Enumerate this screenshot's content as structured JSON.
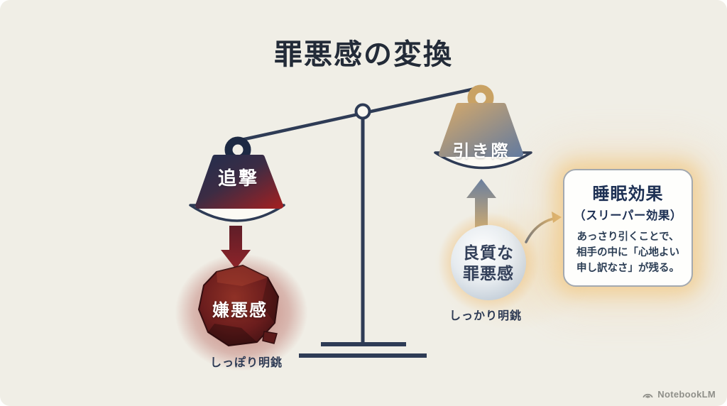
{
  "page": {
    "title": "罪悪感の変換"
  },
  "scale": {
    "left": {
      "weight_label": "追撃",
      "result_label": "嫌悪感",
      "caption": "しっぽり明銚"
    },
    "right": {
      "weight_label": "引き際",
      "orb_line1": "良質な",
      "orb_line2": "罪悪感",
      "caption": "しっかり明銚"
    }
  },
  "callout": {
    "title": "睡眠効果",
    "subtitle": "（スリーパー効果）",
    "body": [
      "あっさり引くことで、",
      "相手の中に「心地よい",
      "申し訳なさ」が残る。"
    ]
  },
  "footer": {
    "brand": "NotebookLM"
  },
  "colors": {
    "background": "#f0eee6",
    "ink_navy": "#2e3b55",
    "weight_navy": "#232e4e",
    "weight_red": "#9e2022",
    "weight_gold": "#d3a86b",
    "weight_slate": "#667c9e",
    "rock_red": "#5a171a",
    "glow_red": "#9e2c24",
    "glow_gold": "#f3c170",
    "arrow_red": "#7d222b"
  }
}
